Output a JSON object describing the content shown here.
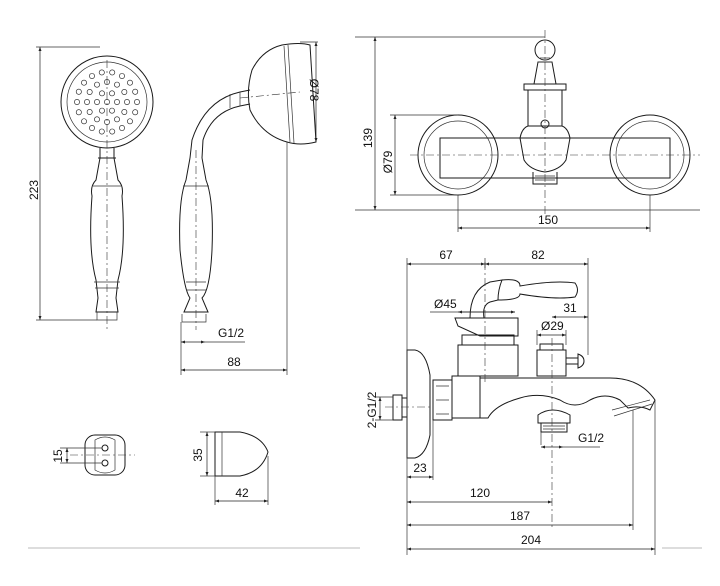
{
  "dimensions": {
    "hand_shower_length": "223",
    "hand_shower_head_diameter": "Ø78",
    "hand_shower_connection": "G1/2",
    "hand_shower_depth": "88",
    "mixer_height": "139",
    "escutcheon_diameter": "Ø79",
    "inlet_spacing": "150",
    "holder_hole_spacing": "15",
    "holder_height": "35",
    "holder_depth": "42",
    "handle_offset": "67",
    "handle_length": "82",
    "cartridge_diameter": "Ø45",
    "diverter_offset": "31",
    "diverter_diameter": "Ø29",
    "inlet_thread": "2-G1/2",
    "shower_outlet_thread": "G1/2",
    "escutcheon_depth": "23",
    "shower_outlet_projection": "120",
    "spout_outlet_projection": "187",
    "total_projection": "204"
  }
}
